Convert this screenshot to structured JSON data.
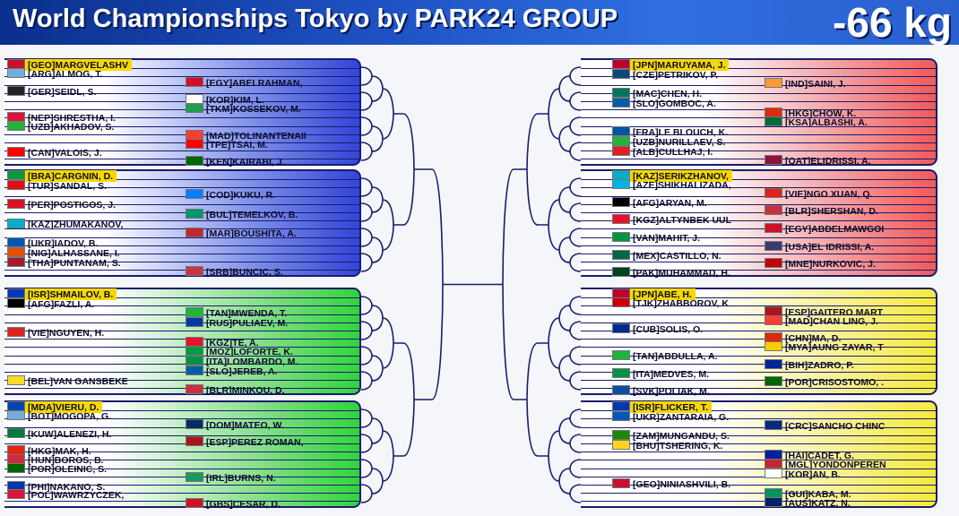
{
  "header": {
    "title": "World Championships Tokyo by PARK24 GROUP",
    "weight_class": "-66 kg"
  },
  "colors": {
    "blue": "#3245d8",
    "green": "#2fd43a",
    "red": "#f15a5a",
    "yellow": "#f6ea3d",
    "seed": "#f6d800"
  },
  "pools": [
    {
      "side": "left",
      "color": "blue",
      "entries": [
        {
          "code": "[GEO]",
          "name": "MARGVELASHV",
          "seed": true,
          "col": 0,
          "flag": "#c8102e"
        },
        {
          "code": "[ARG]",
          "name": "ALMOG, T.",
          "col": 0,
          "flag": "#74acdf"
        },
        {
          "code": "[EGY]",
          "name": "ABELRAHMAN,",
          "col": 1,
          "flag": "#ce1126"
        },
        {
          "code": "[GER]",
          "name": "SEIDL, S.",
          "col": 0,
          "flag": "#222222"
        },
        {
          "code": "[KOR]",
          "name": "KIM, L.",
          "col": 1,
          "flag": "#ffffff"
        },
        {
          "code": "[TKM]",
          "name": "KOSSEKOV, M.",
          "col": 1,
          "flag": "#1e9e4a"
        },
        {
          "code": "[NEP]",
          "name": "SHRESTHA, I.",
          "col": 0,
          "flag": "#dc143c"
        },
        {
          "code": "[UZB]",
          "name": "AKHADOV, S.",
          "col": 0,
          "flag": "#1eb53a"
        },
        {
          "code": "[MAD]",
          "name": "TOLINANTENAII",
          "col": 1,
          "flag": "#fc3d32"
        },
        {
          "code": "[TPE]",
          "name": "TSAI, M.",
          "col": 1,
          "flag": "#fe0000"
        },
        {
          "code": "[CAN]",
          "name": "VALOIS, J.",
          "col": 0,
          "flag": "#ff0000"
        },
        {
          "code": "[KEN]",
          "name": "KAIRABI, J.",
          "col": 1,
          "flag": "#006600"
        }
      ]
    },
    {
      "side": "left",
      "color": "blue",
      "entries": [
        {
          "code": "[BRA]",
          "name": "CARGNIN, D.",
          "seed": true,
          "col": 0,
          "flag": "#009c3b"
        },
        {
          "code": "[TUR]",
          "name": "SANDAL, S.",
          "col": 0,
          "flag": "#e30a17"
        },
        {
          "code": "[COD]",
          "name": "KUKU, R.",
          "col": 1,
          "flag": "#007fff"
        },
        {
          "code": "[PER]",
          "name": "POSTIGOS, J.",
          "col": 0,
          "flag": "#d91023"
        },
        {
          "code": "[BUL]",
          "name": "TEMELKOV, B.",
          "col": 1,
          "flag": "#00966e"
        },
        {
          "code": "[KAZ]",
          "name": "ZHUMAKANOV,",
          "col": 0,
          "flag": "#00afca"
        },
        {
          "code": "[MAR]",
          "name": "BOUSHITA, A.",
          "col": 1,
          "flag": "#c1272d"
        },
        {
          "code": "[UKR]",
          "name": "IADOV, B.",
          "col": 0,
          "flag": "#0057b7"
        },
        {
          "code": "[NIG]",
          "name": "ALHASSANE, I.",
          "col": 0,
          "flag": "#e05206"
        },
        {
          "code": "[THA]",
          "name": "PUNTANAM, S.",
          "col": 0,
          "flag": "#a51931"
        },
        {
          "code": "[SRB]",
          "name": "BUNCIC, S.",
          "col": 1,
          "flag": "#c6363c"
        }
      ]
    },
    {
      "side": "left",
      "color": "green",
      "entries": [
        {
          "code": "[ISR]",
          "name": "SHMAILOV, B.",
          "seed": true,
          "col": 0,
          "flag": "#0038b8"
        },
        {
          "code": "[AFG]",
          "name": "FAZLI, A.",
          "col": 0,
          "flag": "#000000"
        },
        {
          "code": "[TAN]",
          "name": "MWENDA, T.",
          "col": 1,
          "flag": "#1eb53a"
        },
        {
          "code": "[RUS]",
          "name": "PULIAEV, M.",
          "col": 1,
          "flag": "#0039a6"
        },
        {
          "code": "[VIE]",
          "name": "NGUYEN, H.",
          "col": 0,
          "flag": "#da251d"
        },
        {
          "code": "[KGZ]",
          "name": "TE, A.",
          "col": 1,
          "flag": "#e8112d"
        },
        {
          "code": "[MOZ]",
          "name": "LOFORTE, K.",
          "col": 1,
          "flag": "#009a44"
        },
        {
          "code": "[ITA]",
          "name": "LOMBARDO, M.",
          "col": 1,
          "flag": "#009246"
        },
        {
          "code": "[SLO]",
          "name": "JEREB, A.",
          "col": 1,
          "flag": "#005da4"
        },
        {
          "code": "[BEL]",
          "name": "VAN GANSBEKE",
          "col": 0,
          "flag": "#fdda24"
        },
        {
          "code": "[BLR]",
          "name": "MINKOU, D.",
          "col": 1,
          "flag": "#c8313e"
        }
      ]
    },
    {
      "side": "left",
      "color": "green",
      "entries": [
        {
          "code": "[MDA]",
          "name": "VIERU, D.",
          "seed": true,
          "col": 0,
          "flag": "#0046ae"
        },
        {
          "code": "[BOT]",
          "name": "MOGOPA, G.",
          "col": 0,
          "flag": "#75aadb"
        },
        {
          "code": "[DOM]",
          "name": "MATEO, W.",
          "col": 1,
          "flag": "#002d62"
        },
        {
          "code": "[KUW]",
          "name": "ALENEZI, H.",
          "col": 0,
          "flag": "#007a3d"
        },
        {
          "code": "[ESP]",
          "name": "PEREZ ROMAN,",
          "col": 1,
          "flag": "#aa151b"
        },
        {
          "code": "[HKG]",
          "name": "MAK, H.",
          "col": 0,
          "flag": "#de2910"
        },
        {
          "code": "[HUN]",
          "name": "BOROS, B.",
          "col": 0,
          "flag": "#cd2a3e"
        },
        {
          "code": "[POR]",
          "name": "OLEINIC, S.",
          "col": 0,
          "flag": "#006600"
        },
        {
          "code": "[IRL]",
          "name": "BURNS, N.",
          "col": 1,
          "flag": "#169b62"
        },
        {
          "code": "[PHI]",
          "name": "NAKANO, S.",
          "col": 0,
          "flag": "#0038a8"
        },
        {
          "code": "[POL]",
          "name": "WAWRZYCZEK,",
          "col": 0,
          "flag": "#dc143c"
        },
        {
          "code": "[GBS]",
          "name": "CESAR, D.",
          "col": 1,
          "flag": "#ce1126"
        }
      ]
    },
    {
      "side": "right",
      "color": "red",
      "entries": [
        {
          "code": "[JPN]",
          "name": "MARUYAMA, J.",
          "seed": true,
          "col": 0,
          "flag": "#bc002d"
        },
        {
          "code": "[CZE]",
          "name": "PETRIKOV, P.",
          "col": 0,
          "flag": "#11457e"
        },
        {
          "code": "[IND]",
          "name": "SAINI, J.",
          "col": 1,
          "flag": "#ff9933"
        },
        {
          "code": "[MAC]",
          "name": "CHEN, H.",
          "col": 0,
          "flag": "#00785e"
        },
        {
          "code": "[SLO]",
          "name": "GOMBOC, A.",
          "col": 0,
          "flag": "#005da4"
        },
        {
          "code": "[HKG]",
          "name": "CHOW, K.",
          "col": 1,
          "flag": "#de2910"
        },
        {
          "code": "[KSA]",
          "name": "ALBASHI, A.",
          "col": 1,
          "flag": "#006c35"
        },
        {
          "code": "[FRA]",
          "name": "LE BLOUCH, K.",
          "col": 0,
          "flag": "#0055a4"
        },
        {
          "code": "[UZB]",
          "name": "NURILLAEV, S.",
          "col": 0,
          "flag": "#1eb53a"
        },
        {
          "code": "[ALB]",
          "name": "CULLHAJ, I.",
          "col": 0,
          "flag": "#e41e20"
        },
        {
          "code": "[QAT]",
          "name": "ELIDRISSI, A.",
          "col": 1,
          "flag": "#8a1538"
        }
      ]
    },
    {
      "side": "right",
      "color": "red",
      "entries": [
        {
          "code": "[KAZ]",
          "name": "SERIKZHANOV,",
          "seed": true,
          "col": 0,
          "flag": "#00afca"
        },
        {
          "code": "[AZE]",
          "name": "SHIKHALIZADA,",
          "col": 0,
          "flag": "#00b5e2"
        },
        {
          "code": "[VIE]",
          "name": "NGO XUAN, Q.",
          "col": 1,
          "flag": "#da251d"
        },
        {
          "code": "[AFG]",
          "name": "ARYAN, M.",
          "col": 0,
          "flag": "#000000"
        },
        {
          "code": "[BLR]",
          "name": "SHERSHAN, D.",
          "col": 1,
          "flag": "#c8313e"
        },
        {
          "code": "[KGZ]",
          "name": "ALTYNBEK UUL",
          "col": 0,
          "flag": "#e8112d"
        },
        {
          "code": "[EGY]",
          "name": "ABDELMAWGOI",
          "col": 1,
          "flag": "#ce1126"
        },
        {
          "code": "[VAN]",
          "name": "MAHIT, J.",
          "col": 0,
          "flag": "#009543"
        },
        {
          "code": "[USA]",
          "name": "EL IDRISSI, A.",
          "col": 1,
          "flag": "#3c3b6e"
        },
        {
          "code": "[MEX]",
          "name": "CASTILLO, N.",
          "col": 0,
          "flag": "#006847"
        },
        {
          "code": "[MNE]",
          "name": "NURKOVIC, J.",
          "col": 1,
          "flag": "#c40308"
        },
        {
          "code": "[PAK]",
          "name": "MUHAMMAD, H.",
          "col": 0,
          "flag": "#01411c"
        }
      ]
    },
    {
      "side": "right",
      "color": "yellow",
      "entries": [
        {
          "code": "[JPN]",
          "name": "ABE, H.",
          "seed": true,
          "col": 0,
          "flag": "#bc002d"
        },
        {
          "code": "[TJK]",
          "name": "ZHABBOROV, K",
          "col": 0,
          "flag": "#cc0000"
        },
        {
          "code": "[ESP]",
          "name": "GAITERO MART",
          "col": 1,
          "flag": "#aa151b"
        },
        {
          "code": "[MAD]",
          "name": "CHAN LING, J.",
          "col": 1,
          "flag": "#fc3d32"
        },
        {
          "code": "[CUB]",
          "name": "SOLIS, O.",
          "col": 0,
          "flag": "#002a8f"
        },
        {
          "code": "[CHN]",
          "name": "MA, D.",
          "col": 1,
          "flag": "#de2910"
        },
        {
          "code": "[MYA]",
          "name": "AUNG ZAYAR, T",
          "col": 1,
          "flag": "#fecb00"
        },
        {
          "code": "[TAN]",
          "name": "ABDULLA, A.",
          "col": 0,
          "flag": "#1eb53a"
        },
        {
          "code": "[BIH]",
          "name": "ZADRO, P.",
          "col": 1,
          "flag": "#002395"
        },
        {
          "code": "[ITA]",
          "name": "MEDVES, M.",
          "col": 0,
          "flag": "#009246"
        },
        {
          "code": "[POR]",
          "name": "CRISOSTOMO, .",
          "col": 1,
          "flag": "#006600"
        },
        {
          "code": "[SVK]",
          "name": "POLIAK, M.",
          "col": 0,
          "flag": "#0b4ea2"
        }
      ]
    },
    {
      "side": "right",
      "color": "yellow",
      "entries": [
        {
          "code": "[ISR]",
          "name": "FLICKER, T.",
          "seed": true,
          "col": 0,
          "flag": "#0038b8"
        },
        {
          "code": "[UKR]",
          "name": "ZANTARAIA, G.",
          "col": 0,
          "flag": "#0057b7"
        },
        {
          "code": "[CRC]",
          "name": "SANCHO CHINC",
          "col": 1,
          "flag": "#002b7f"
        },
        {
          "code": "[ZAM]",
          "name": "MUNGANDU, S.",
          "col": 0,
          "flag": "#198a00"
        },
        {
          "code": "[BHU]",
          "name": "TSHERING, K.",
          "col": 0,
          "flag": "#ffd520"
        },
        {
          "code": "[HAI]",
          "name": "CADET, G.",
          "col": 1,
          "flag": "#00209f"
        },
        {
          "code": "[MGL]",
          "name": "YONDONPEREN",
          "col": 1,
          "flag": "#c4272f"
        },
        {
          "code": "[KOR]",
          "name": "AN, B.",
          "col": 1,
          "flag": "#ffffff"
        },
        {
          "code": "[GEO]",
          "name": "NINIASHVILI, B.",
          "col": 0,
          "flag": "#c8102e"
        },
        {
          "code": "[GUI]",
          "name": "KABA, M.",
          "col": 1,
          "flag": "#009460"
        },
        {
          "code": "[AUS]",
          "name": "KATZ, N.",
          "col": 1,
          "flag": "#012169"
        }
      ]
    }
  ]
}
